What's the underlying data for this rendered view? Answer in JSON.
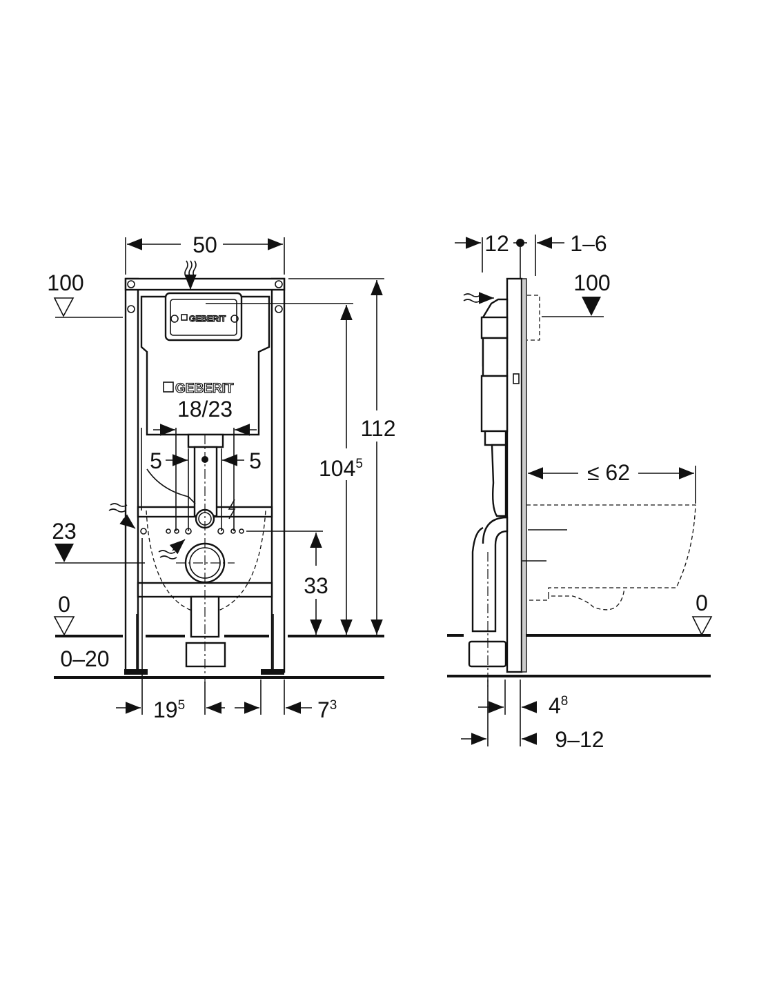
{
  "brand": {
    "logo_large": "GEBERIT",
    "logo_small": "GEBERIT"
  },
  "front_view": {
    "width": "50",
    "flush_plate_height": "100",
    "total_height": "112",
    "flush_plate_axis_height_main": "104",
    "flush_plate_axis_height_sup": "5",
    "drain_height": "23",
    "inlet_height": "33",
    "floor_level": "0",
    "floor_build_up": "0–20",
    "cistern_volume": "18/23",
    "side_clearance_left": "5",
    "side_clearance_right": "5",
    "drain_offset_main": "19",
    "drain_offset_sup": "5",
    "foot_offset_main": "7",
    "foot_offset_sup": "3"
  },
  "side_view": {
    "depth_top": "12",
    "plate_projection": "1–6",
    "flush_plate_height": "100",
    "bowl_projection": "≤ 62",
    "floor_level": "0",
    "wall_offset_main": "4",
    "wall_offset_sup": "8",
    "drain_offset": "9–12"
  }
}
